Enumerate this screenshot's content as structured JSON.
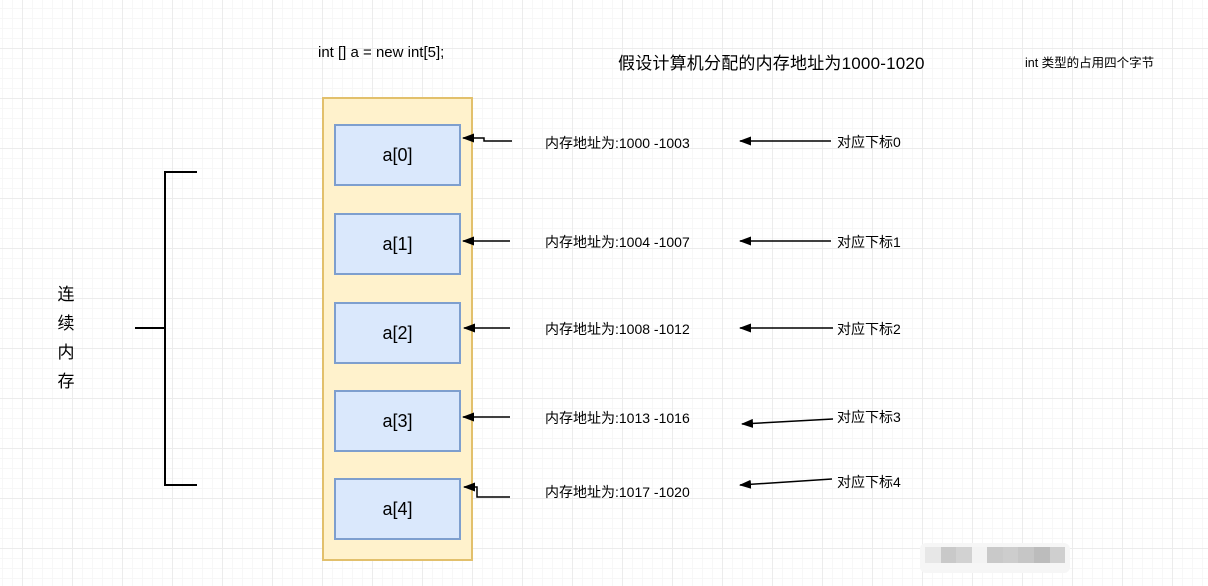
{
  "code_label": "int [] a = new int[5];",
  "title": "假设计算机分配的内存地址为1000-1020",
  "byte_note": "int 类型的占用四个字节",
  "bracket_label": "连续内存",
  "array_cells": [
    "a[0]",
    "a[1]",
    "a[2]",
    "a[3]",
    "a[4]"
  ],
  "rows": [
    {
      "address": "内存地址为:1000 -1003",
      "index_label": "对应下标0"
    },
    {
      "address": "内存地址为:1004 -1007",
      "index_label": "对应下标1"
    },
    {
      "address": "内存地址为:1008 -1012",
      "index_label": "对应下标2"
    },
    {
      "address": "内存地址为:1013 -1016",
      "index_label": "对应下标3"
    },
    {
      "address": "内存地址为:1017 -1020",
      "index_label": "对应下标4"
    }
  ],
  "colors": {
    "canvas_bg": "#ffffff",
    "grid_minor": "#f7f7f7",
    "grid_major": "#ececec",
    "container_fill": "#fff2cc",
    "container_border": "#e2c06c",
    "cell_fill": "#dae8fc",
    "cell_border": "#7e9fce",
    "arrow": "#000000",
    "text": "#000000"
  },
  "watermark_blocks": [
    "#e7e7e7",
    "#c9c9c9",
    "#d2d2d2",
    "#f3f3f3",
    "#c9c9c9",
    "#cdcdcd",
    "#c6c6c6",
    "#bcbcbc",
    "#cfcfcf"
  ]
}
